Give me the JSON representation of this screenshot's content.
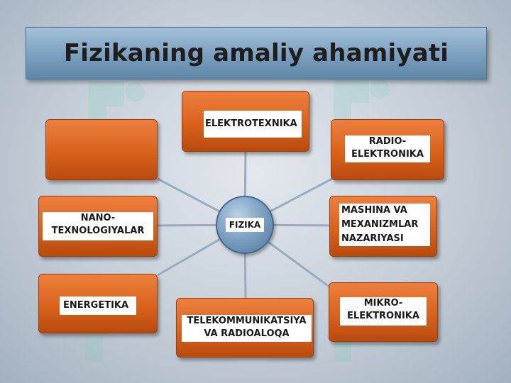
{
  "title": "Fizikaning amaliy ahamiyati",
  "center": "FIZIKA",
  "nodes": {
    "top_left_empty": "",
    "elektrotexnika": "ELEKTROTEXNIKA",
    "radio_line1": "RADIO-",
    "radio_line2": "ELEKTRONIKA",
    "nano_line1": "NANO-",
    "nano_line2": "TEXNOLOGIYALAR",
    "mashina_line1": "MASHINA VA",
    "mashina_line2": "MEXANIZMLAR",
    "mashina_line3": "NAZARIYASI",
    "energetika": "ENERGETIKA",
    "telekom_line1": "TELEKOMMUNIKATSIYA",
    "telekom_line2": "VA RADIOALOQA",
    "mikro_line1": "MIKRO-",
    "mikro_line2": "ELEKTRONIKA"
  },
  "colors": {
    "box": "#d9621c",
    "hub": "#7fa3c5",
    "title_bar": "#7ea2c0",
    "connector": "#9aabbd"
  }
}
